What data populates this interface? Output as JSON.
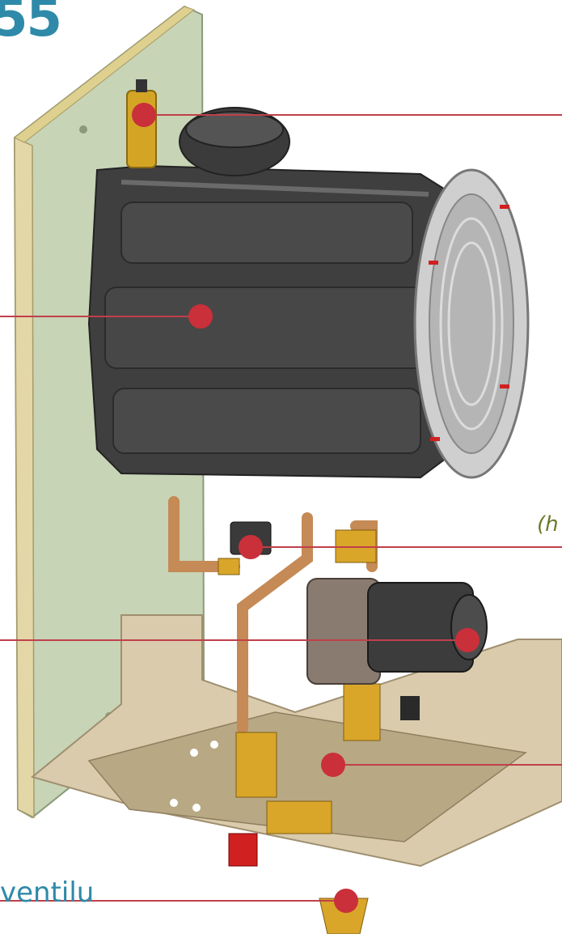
{
  "page": {
    "number": "55"
  },
  "labels": {
    "italic_caption": "(h",
    "bottom_caption": "ventilu"
  },
  "colors": {
    "heading": "#2e8aa8",
    "leader_line": "#c0404a",
    "marker": "#c9303a",
    "italic_caption": "#6a7a2a",
    "back_panel": "#c7d4b6",
    "panel_edge": "#d8c89a",
    "tray": "#cfc0a0",
    "heat_exchanger": "#3e3e3e",
    "copper": "#c98a50",
    "brass": "#d2a020"
  },
  "callouts": [
    {
      "id": "air-vent",
      "icon": "marker-dot"
    },
    {
      "id": "heat-exchanger",
      "icon": "marker-dot"
    },
    {
      "id": "sensor-block",
      "icon": "marker-dot"
    },
    {
      "id": "circulation-pump",
      "icon": "marker-dot"
    },
    {
      "id": "bottom-valve",
      "icon": "marker-dot"
    },
    {
      "id": "bottom-fitting",
      "icon": "marker-dot"
    }
  ]
}
